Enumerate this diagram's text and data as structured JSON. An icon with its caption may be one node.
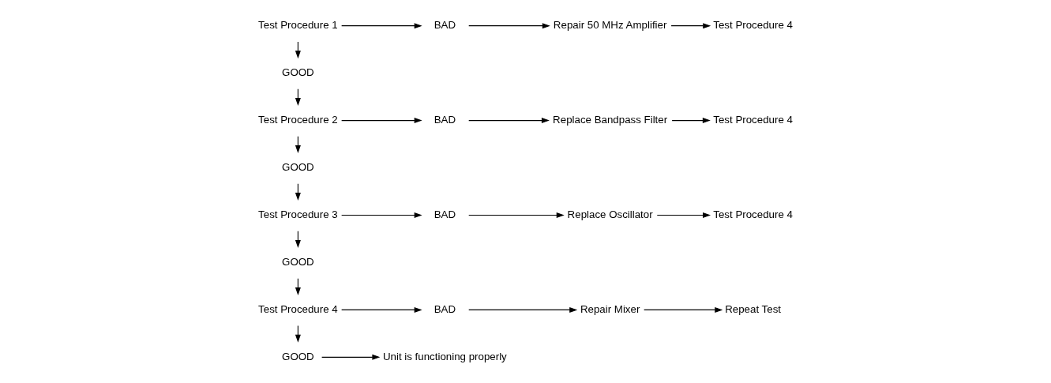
{
  "diagram": {
    "nodes": [
      {
        "text": [
          "Test Procedure 1"
        ]
      },
      {
        "text": [
          "BAD"
        ]
      },
      {
        "text": [
          "Repair 50 MHz Amplifier"
        ]
      },
      {
        "text": [
          "Test Procedure 4"
        ]
      },
      {
        "text": [
          "GOOD"
        ]
      },
      {
        "text": [
          "Test Procedure 2"
        ]
      },
      {
        "text": [
          "BAD"
        ]
      },
      {
        "text": [
          "Replace Bandpass Filter"
        ]
      },
      {
        "text": [
          "Test Procedure 4"
        ]
      },
      {
        "text": [
          "GOOD"
        ]
      },
      {
        "text": [
          "Test Procedure 3"
        ]
      },
      {
        "text": [
          "BAD"
        ]
      },
      {
        "text": [
          "Replace Oscillator"
        ]
      },
      {
        "text": [
          "Test Procedure 4"
        ]
      },
      {
        "text": [
          "GOOD"
        ]
      },
      {
        "text": [
          "Test Procedure 4"
        ]
      },
      {
        "text": [
          "BAD"
        ]
      },
      {
        "text": [
          "Repair Mixer"
        ]
      },
      {
        "text": [
          "Repeat Test"
        ]
      },
      {
        "text": [
          "GOOD"
        ]
      },
      {
        "text": [
          "Unit is functioning properly"
        ]
      }
    ],
    "edges": [
      {
        "from": 0,
        "to": 1,
        "arrow": "to"
      },
      {
        "from": 1,
        "to": 2,
        "arrow": "to"
      },
      {
        "from": 2,
        "to": 3,
        "arrow": "to"
      },
      {
        "from": 0,
        "to": 4,
        "arrow": "to"
      },
      {
        "from": 4,
        "to": 5,
        "arrow": "to"
      },
      {
        "from": 5,
        "to": 6,
        "arrow": "to"
      },
      {
        "from": 6,
        "to": 7,
        "arrow": "to"
      },
      {
        "from": 7,
        "to": 8,
        "arrow": "to"
      },
      {
        "from": 5,
        "to": 9,
        "arrow": "to"
      },
      {
        "from": 9,
        "to": 10,
        "arrow": "to"
      },
      {
        "from": 10,
        "to": 11,
        "arrow": "to"
      },
      {
        "from": 11,
        "to": 12,
        "arrow": "to"
      },
      {
        "from": 12,
        "to": 13,
        "arrow": "to"
      },
      {
        "from": 10,
        "to": 14,
        "arrow": "to"
      },
      {
        "from": 14,
        "to": 15,
        "arrow": "to"
      },
      {
        "from": 15,
        "to": 16,
        "arrow": "to"
      },
      {
        "from": 16,
        "to": 17,
        "arrow": "to"
      },
      {
        "from": 17,
        "to": 18,
        "arrow": "to"
      },
      {
        "from": 15,
        "to": 19,
        "arrow": "to"
      },
      {
        "from": 19,
        "to": 20,
        "arrow": "to"
      }
    ]
  }
}
